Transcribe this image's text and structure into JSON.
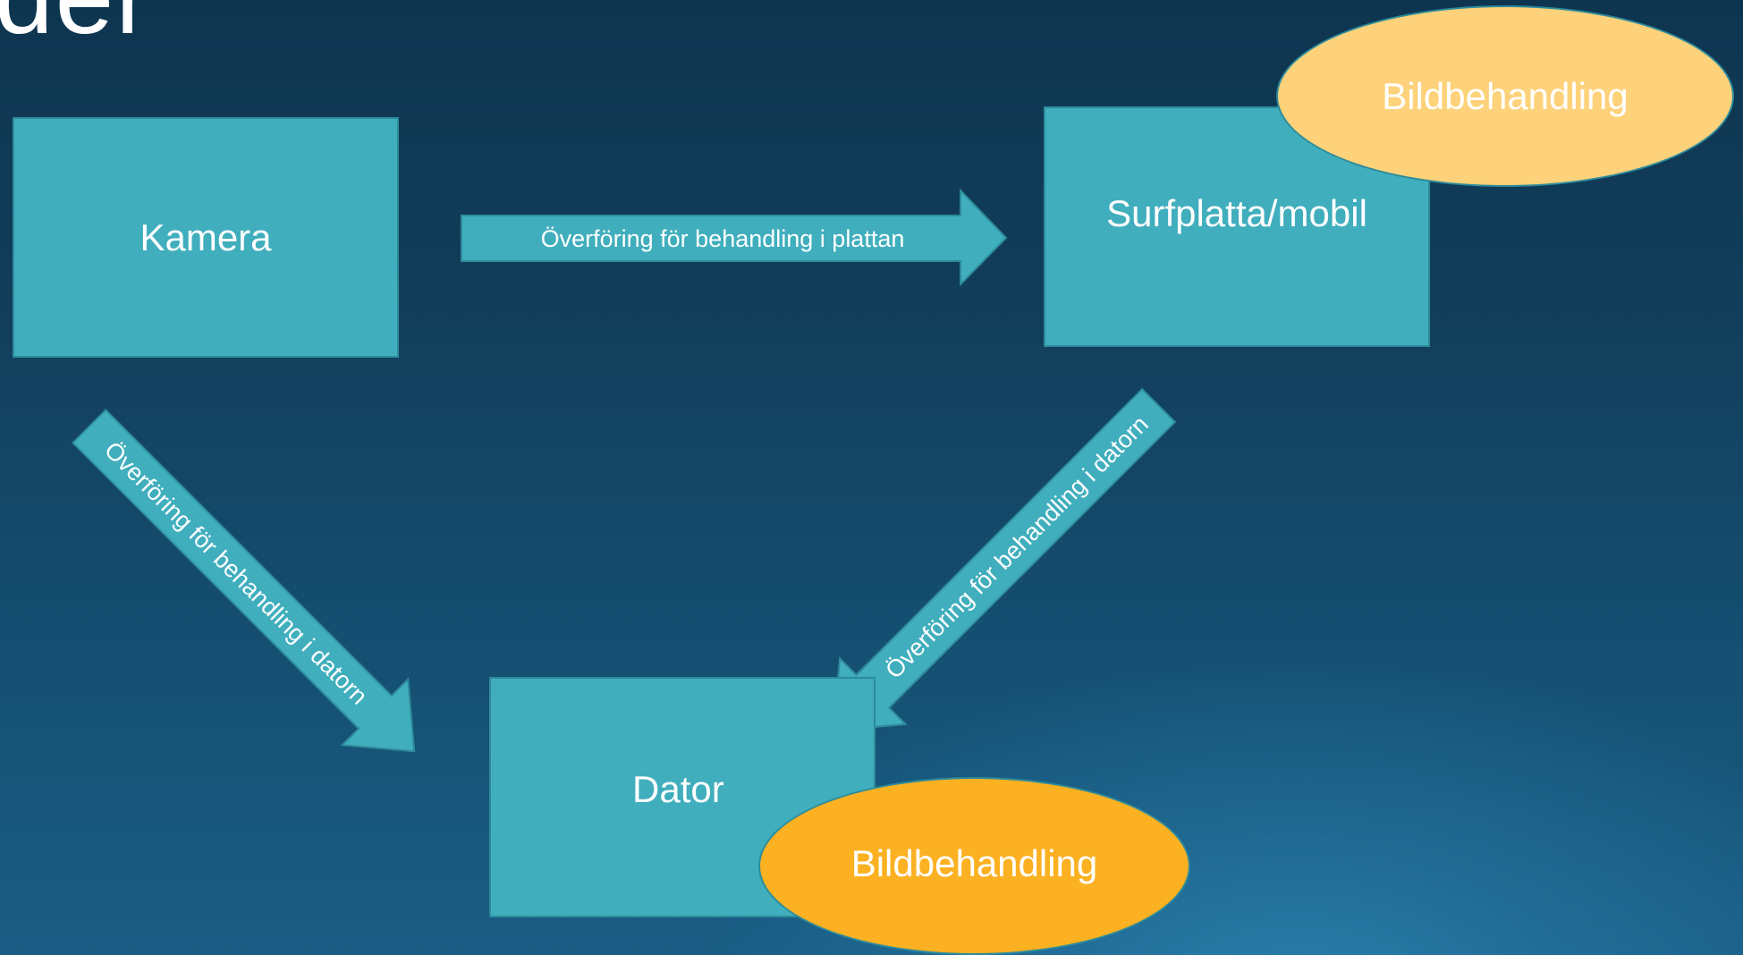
{
  "title_fragment": "der",
  "nodes": {
    "kamera": "Kamera",
    "surfplatta": "Surfplatta/mobil",
    "dator": "Dator"
  },
  "badges": {
    "top": "Bildbehandling",
    "bottom": "Bildbehandling"
  },
  "arrows": {
    "kamera_to_surfplatta": "Överföring för behandling i plattan",
    "kamera_to_dator": "Överföring för behandling i datorn",
    "surfplatta_to_dator": "Överföring för behandling i datorn"
  },
  "colors": {
    "box_fill": "#40aebd",
    "badge_light": "#fdd27a",
    "badge_orange": "#fbb121",
    "background": "#123f5c"
  }
}
